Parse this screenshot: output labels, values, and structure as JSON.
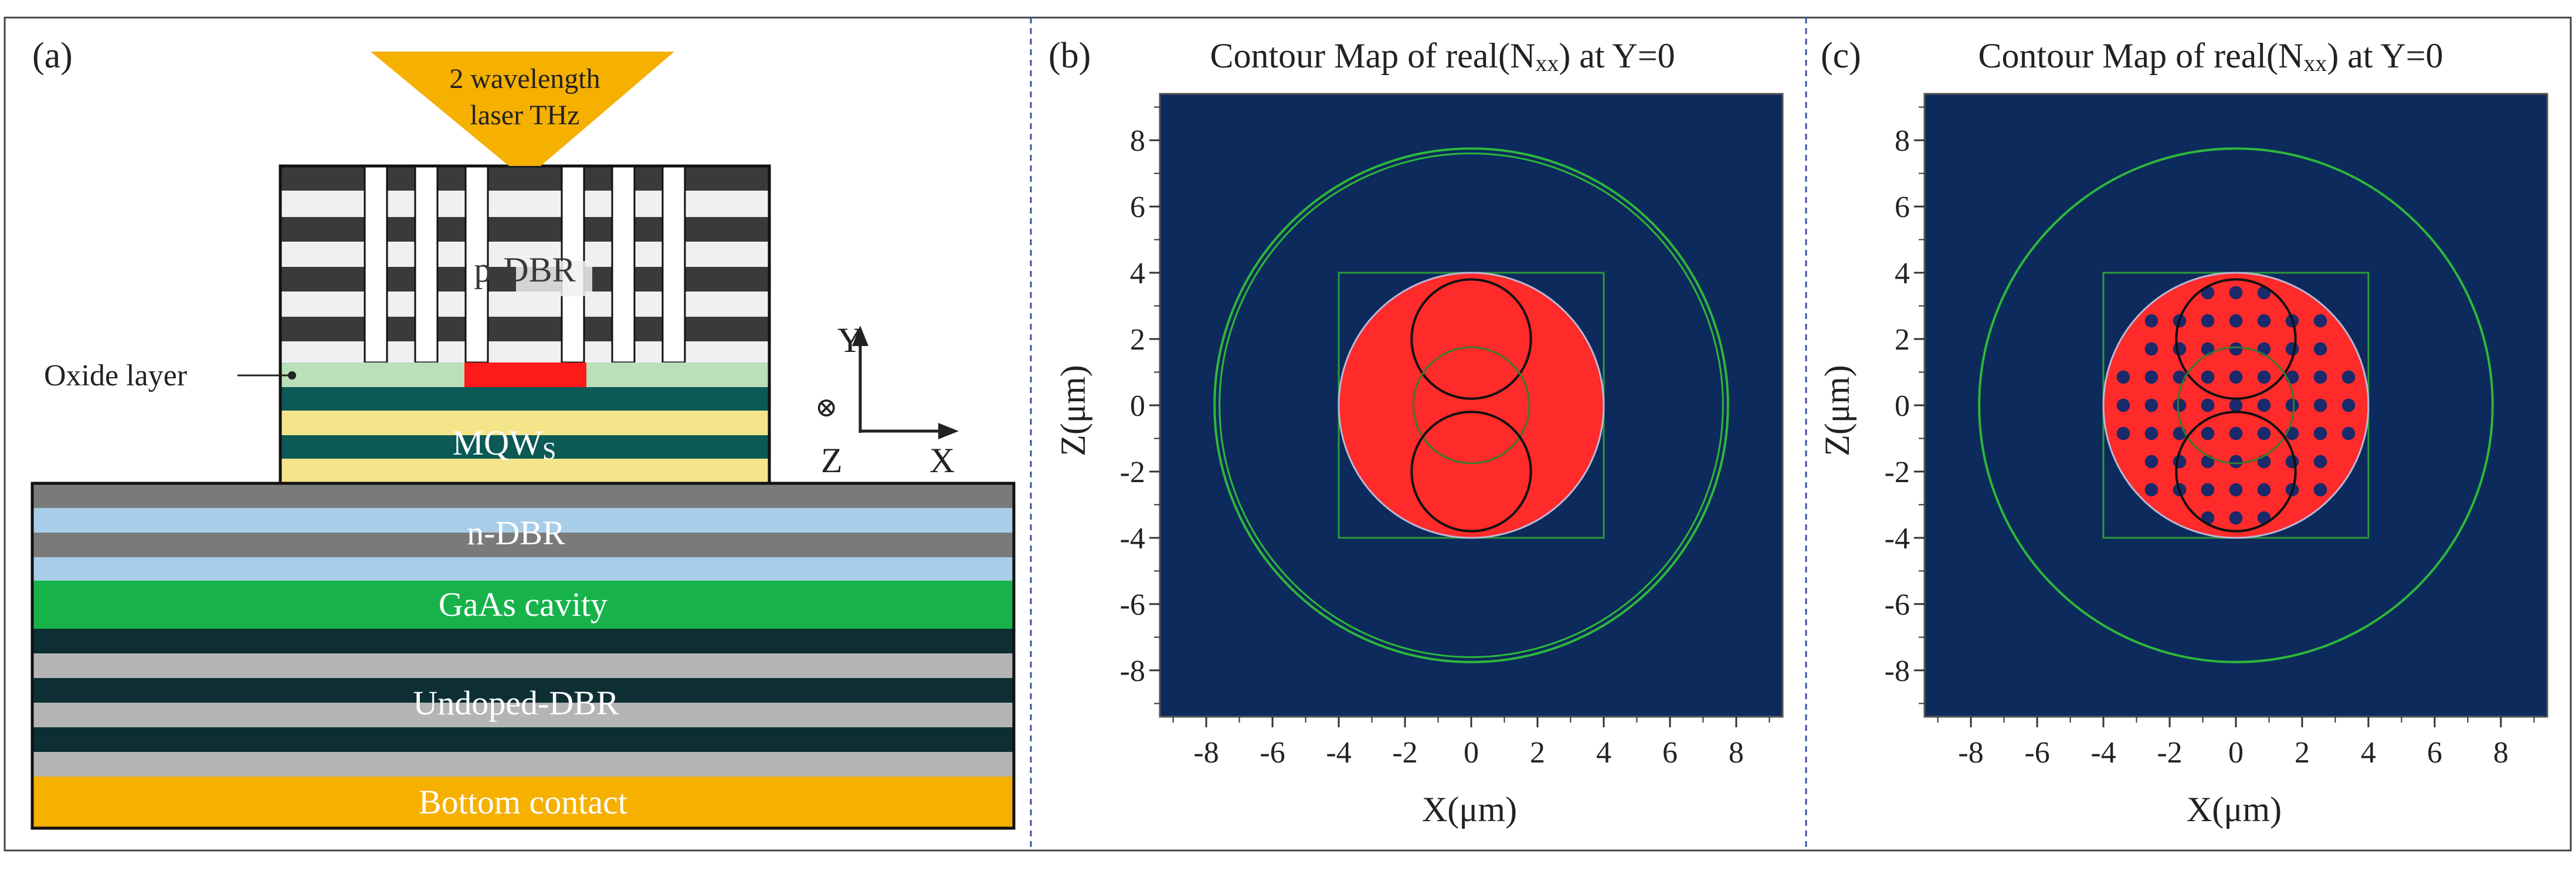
{
  "panel_a": {
    "label": "(a)",
    "laser_line1": "2 wavelength",
    "laser_line2": "laser THz",
    "pdbr_label": "p-DBR",
    "oxide_label": "Oxide layer",
    "mqw_label": "MQW",
    "mqw_sub": "S",
    "ndbr_label": "n-DBR",
    "cavity_label": "GaAs cavity",
    "undoped_label": "Undoped-DBR",
    "contact_label": "Bottom contact",
    "axis_y": "Y",
    "axis_z": "Z",
    "axis_x": "X",
    "colors": {
      "laser": "#F5B000",
      "dark_layer": "#3a3a3a",
      "light_layer": "#f0f0f0",
      "oxide": "#b9e0b9",
      "aperture": "#ff1a1a",
      "mqw_dark": "#0b5a55",
      "mqw_light": "#f5e58a",
      "ndbr_grey": "#7a7a7a",
      "ndbr_blue": "#a8cde8",
      "cavity": "#18b24a",
      "undoped_dark": "#0d2f34",
      "undoped_grey": "#b5b5b5",
      "contact": "#F5B000"
    }
  },
  "panel_b": {
    "label": "(b)",
    "title_main": "Contour Map of real(N",
    "title_sub": "xx",
    "title_tail": ") at Y=0",
    "xlabel": "X(μm)",
    "ylabel": "Z(μm)",
    "ticks": [
      "-8",
      "-6",
      "-4",
      "-2",
      "0",
      "2",
      "4",
      "6",
      "8"
    ],
    "holes": false
  },
  "panel_c": {
    "label": "(c)",
    "title_main": "Contour Map of real(N",
    "title_sub": "xx",
    "title_tail": ") at Y=0",
    "xlabel": "X(μm)",
    "ylabel": "Z(μm)",
    "ticks": [
      "-8",
      "-6",
      "-4",
      "-2",
      "0",
      "2",
      "4",
      "6",
      "8"
    ],
    "holes": true
  },
  "contour_colors": {
    "background": "#0c2a5c",
    "disk": "#ff2a2a",
    "outer_ring": "#2db83a",
    "box": "#2d9a3a",
    "circle_outline": "#111111",
    "center_circle": "#3a7a30",
    "hole": "#1a2a6a"
  }
}
